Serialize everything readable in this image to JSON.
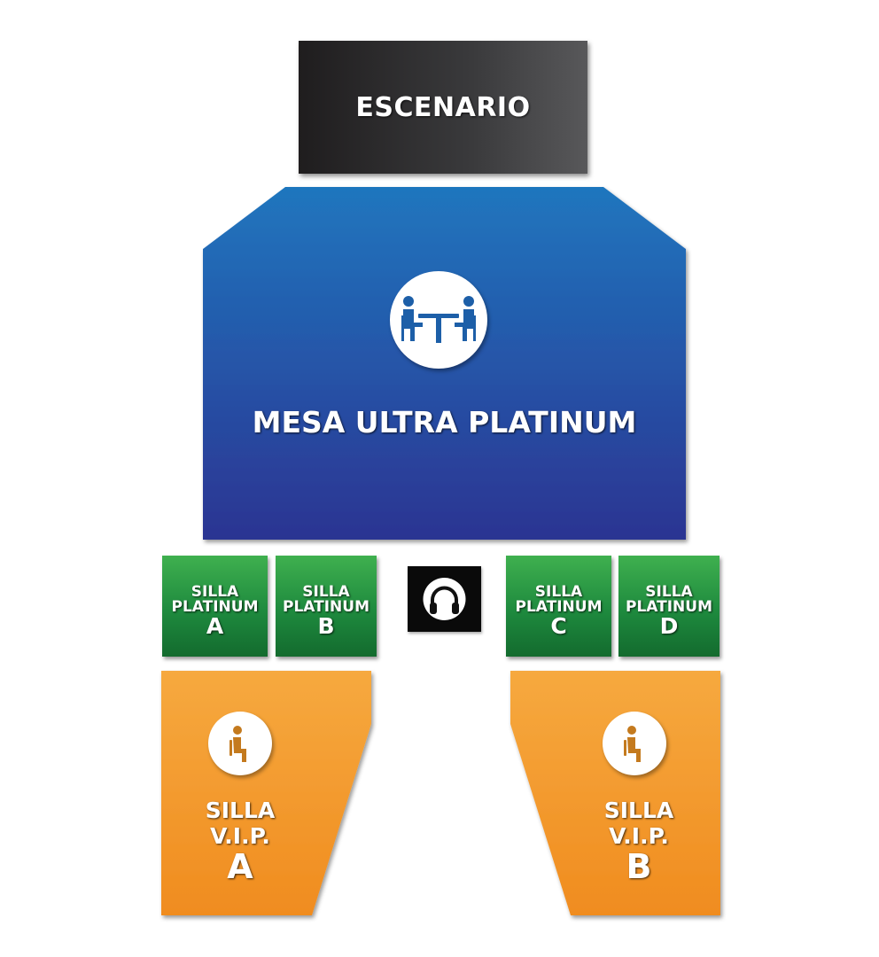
{
  "stage": {
    "label": "ESCENARIO"
  },
  "mesa": {
    "label": "MESA ULTRA PLATINUM",
    "icon": "table-meeting-icon"
  },
  "platinum": [
    {
      "line1": "SILLA",
      "line2": "PLATINUM",
      "letter": "A"
    },
    {
      "line1": "SILLA",
      "line2": "PLATINUM",
      "letter": "B"
    },
    {
      "line1": "SILLA",
      "line2": "PLATINUM",
      "letter": "C"
    },
    {
      "line1": "SILLA",
      "line2": "PLATINUM",
      "letter": "D"
    }
  ],
  "control": {
    "icon": "headphones-icon"
  },
  "vip": [
    {
      "line1": "SILLA",
      "line2": "V.I.P.",
      "letter": "A",
      "icon": "seated-person-icon"
    },
    {
      "line1": "SILLA",
      "line2": "V.I.P.",
      "letter": "B",
      "icon": "seated-person-icon"
    }
  ],
  "colors": {
    "stage": "#2b2a2b",
    "mesa_top": "#1f74bd",
    "mesa_bottom": "#2c3592",
    "platinum": "#1e8a3e",
    "vip_top": "#f6a53c",
    "vip_bottom": "#f08d1f",
    "control": "#0a0a0a",
    "icon_blue": "#1d5fa8",
    "icon_orange": "#c47a1e"
  }
}
